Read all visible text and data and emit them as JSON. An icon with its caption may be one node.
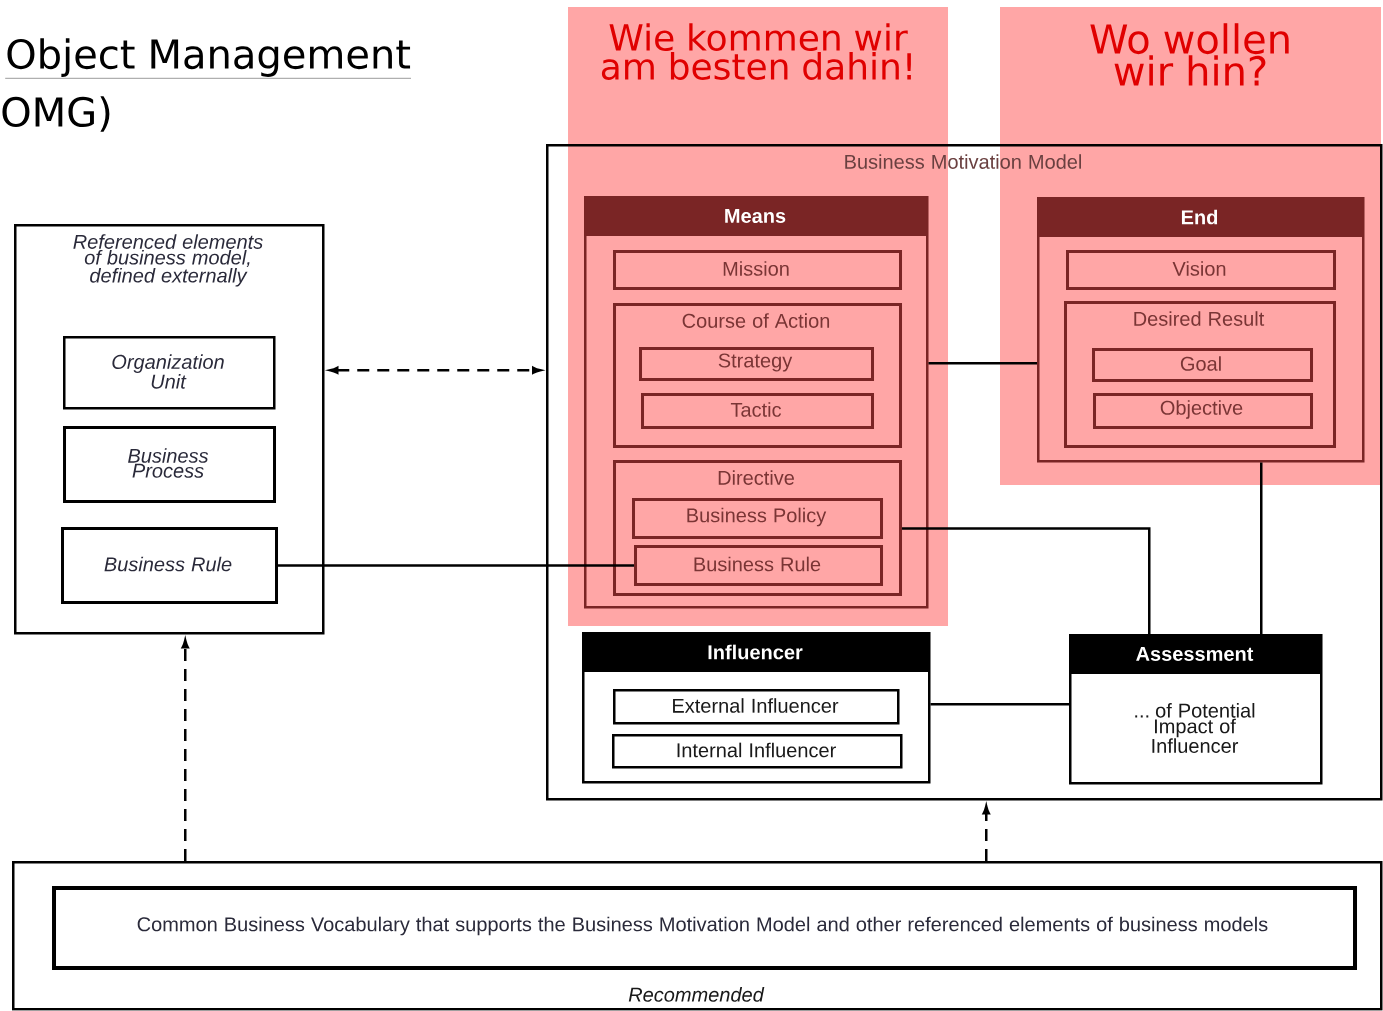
{
  "diagram": {
    "nodes": [
      {
        "text": [
          "Referenced elements of business model, defined externally"
        ]
      },
      {
        "text": [
          "Organization Unit"
        ],
        "in": 0
      },
      {
        "text": [
          "Business Process"
        ],
        "in": 0
      },
      {
        "text": [
          "Business Rule"
        ],
        "in": 0
      },
      {
        "text": [
          "Business Motivation Model"
        ]
      },
      {
        "text": [
          "Means"
        ],
        "in": 4
      },
      {
        "text": [
          "Mission"
        ],
        "in": 5
      },
      {
        "text": [
          "Course of Action"
        ],
        "in": 5
      },
      {
        "text": [
          "Strategy"
        ],
        "in": 7
      },
      {
        "text": [
          "Tactic"
        ],
        "in": 7
      },
      {
        "text": [
          "Directive"
        ],
        "in": 5
      },
      {
        "text": [
          "Business Policy"
        ],
        "in": 10
      },
      {
        "text": [
          "Business Rule"
        ],
        "in": 10
      },
      {
        "text": [
          "End"
        ],
        "in": 4
      },
      {
        "text": [
          "Vision"
        ],
        "in": 13
      },
      {
        "text": [
          "Desired Result"
        ],
        "in": 13
      },
      {
        "text": [
          "Goal"
        ],
        "in": 15
      },
      {
        "text": [
          "Objective"
        ],
        "in": 15
      },
      {
        "text": [
          "Influencer"
        ],
        "in": 4
      },
      {
        "text": [
          "External Influencer"
        ],
        "in": 18
      },
      {
        "text": [
          "Internal Influencer"
        ],
        "in": 18
      },
      {
        "text": [
          "Assessment",
          "... of Potential Impact of Influencer"
        ],
        "in": 4
      },
      {
        "text": [
          "Recommended"
        ]
      },
      {
        "text": [
          "Common Business Vocabulary that supports the Business Motivation Model and other referenced elements of business models"
        ],
        "in": 22
      }
    ],
    "edges": [
      {
        "from": 0,
        "to": 4,
        "arrow": "both",
        "style": "dashed"
      },
      {
        "from": 3,
        "to": 12,
        "arrow": "none"
      },
      {
        "from": 5,
        "to": 13,
        "arrow": "none"
      },
      {
        "from": 10,
        "to": 21,
        "arrow": "none"
      },
      {
        "from": 13,
        "to": 21,
        "arrow": "none"
      },
      {
        "from": 18,
        "to": 21,
        "arrow": "none"
      },
      {
        "from": 22,
        "to": 0,
        "arrow": "to",
        "style": "dashed"
      },
      {
        "from": 22,
        "to": 4,
        "arrow": "to",
        "style": "dashed"
      }
    ],
    "labels": [
      "Object Management",
      "Wie kommen wir am besten dahin!",
      "Wo wollen wir hin?",
      "OMG)"
    ]
  }
}
